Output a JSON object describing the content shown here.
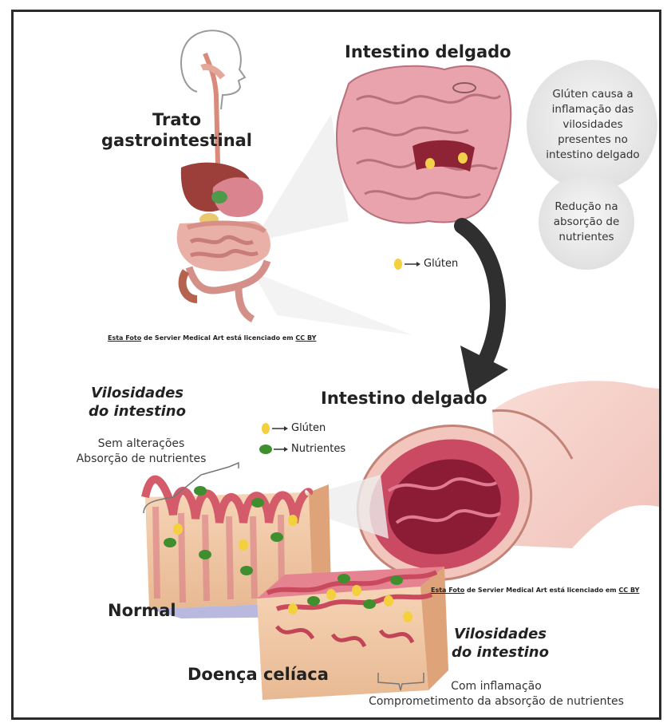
{
  "top": {
    "tract_title": [
      "Trato",
      "gastrointestinal"
    ],
    "intestine_title": "Intestino delgado",
    "bubble1": [
      "Glúten causa a",
      "inflamação das",
      "vilosidades",
      "presentes no",
      "intestino delgado"
    ],
    "bubble2": [
      "Redução na",
      "absorção de",
      "nutrientes"
    ],
    "gluten_legend": "Glúten",
    "credit": {
      "prefix": "Esta Foto",
      "middle": " de Servier Medical Art está licenciado em ",
      "license": "CC BY"
    }
  },
  "bottom": {
    "intestine_title": "Intestino delgado",
    "villi_title_left": [
      "Vilosidades",
      "do intestino"
    ],
    "normal_desc": [
      "Sem alterações",
      "Absorção de nutrientes"
    ],
    "legend": [
      {
        "label": "Glúten",
        "color": "#f4d03f"
      },
      {
        "label": "Nutrientes",
        "color": "#3f8f2f"
      }
    ],
    "normal_label": "Normal",
    "celiac_label": "Doença celíaca",
    "villi_title_right": [
      "Vilosidades",
      "do intestino"
    ],
    "celiac_desc": [
      "Com inflamação",
      "Comprometimento da absorção  de nutrientes"
    ],
    "credit": {
      "prefix": "Esta Foto",
      "middle": " de Servier Medical Art está licenciado em ",
      "license": "CC BY"
    }
  },
  "colors": {
    "intestine_pink": "#e8a3ad",
    "intestine_dark": "#b8434f",
    "tissue_tan": "#f0c9a8",
    "arrow": "#2f2f2f",
    "bubble": "#ececec"
  }
}
